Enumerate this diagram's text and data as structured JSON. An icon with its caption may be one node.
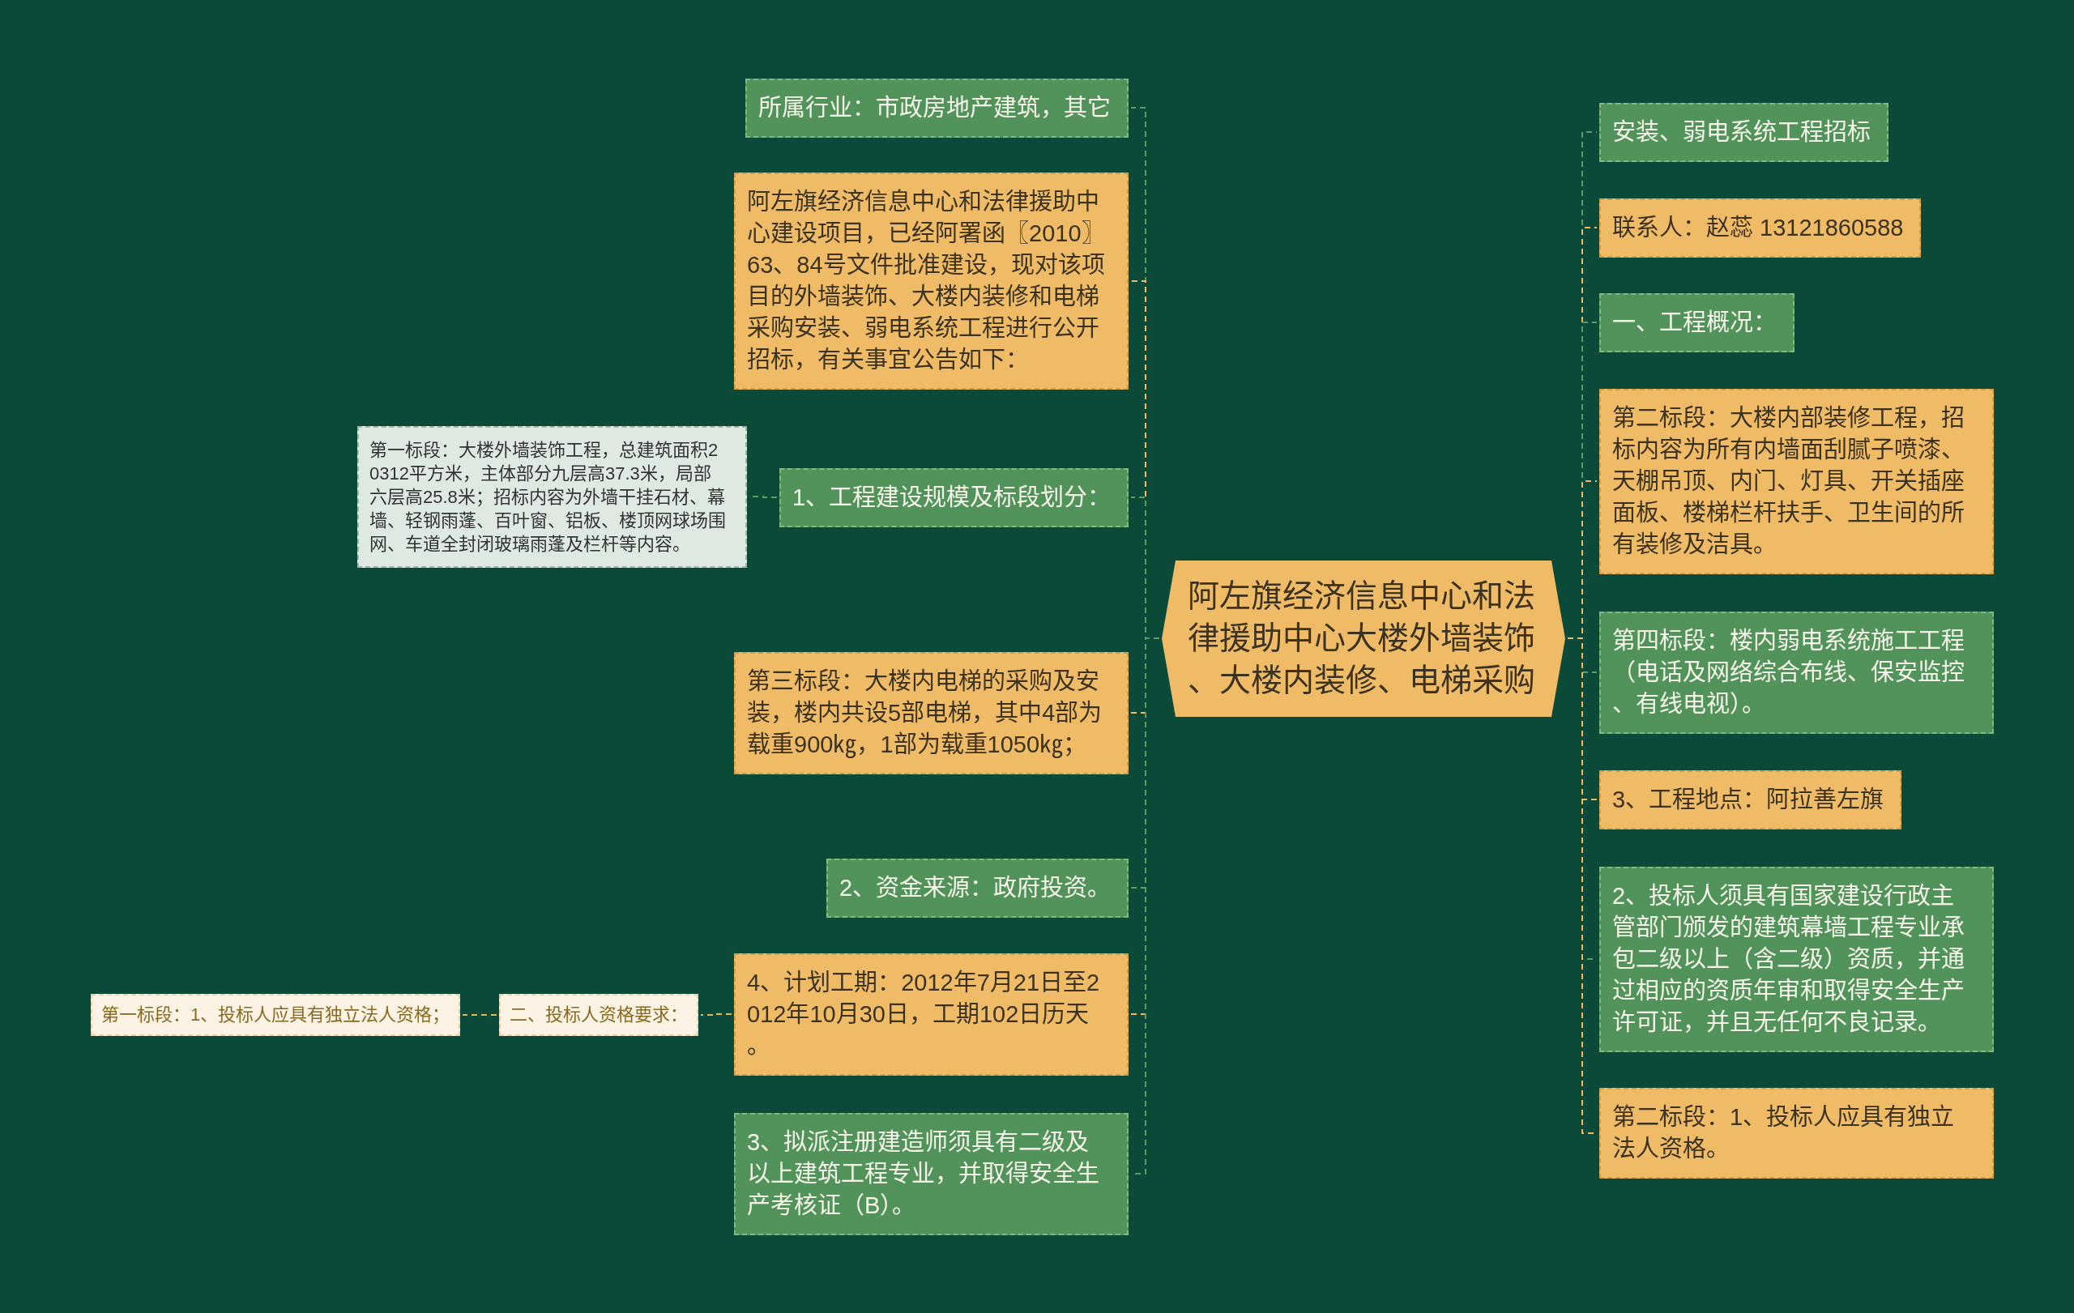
{
  "diagram": {
    "nodes": [
      {
        "text": [
          "阿左旗经济信息中心和法律援助中心大楼外墙装饰、大楼内装修、电梯采购"
        ]
      },
      {
        "text": [
          "所属行业：市政房地产建筑，其它"
        ]
      },
      {
        "text": [
          "阿左旗经济信息中心和法律援助中心建设项目，已经阿署函〖2010〗63、84号文件批准建设，现对该项目的外墙装饰、大楼内装修和电梯采购安装、弱电系统工程进行公开招标，有关事宜公告如下："
        ]
      },
      {
        "text": [
          "1、工程建设规模及标段划分："
        ]
      },
      {
        "text": [
          "第一标段：大楼外墙装饰工程，总建筑面积20312平方米，主体部分九层高37.3米，局部六层高25.8米；招标内容为外墙干挂石材、幕墙、轻钢雨蓬、百叶窗、铝板、楼顶网球场围网、车道全封闭玻璃雨蓬及栏杆等内容。"
        ]
      },
      {
        "text": [
          "第三标段：大楼内电梯的采购及安装，楼内共设5部电梯，其中4部为载重900㎏，1部为载重1050㎏；"
        ]
      },
      {
        "text": [
          "2、资金来源：政府投资。"
        ]
      },
      {
        "text": [
          "4、计划工期：2012年7月21日至2012年10月30日，工期102日历天。"
        ]
      },
      {
        "text": [
          "二、投标人资格要求："
        ]
      },
      {
        "text": [
          "第一标段：1、投标人应具有独立法人资格；"
        ]
      },
      {
        "text": [
          "3、拟派注册建造师须具有二级及以上建筑工程专业，并取得安全生产考核证（B）。"
        ]
      },
      {
        "text": [
          "安装、弱电系统工程招标"
        ]
      },
      {
        "text": [
          "联系人：赵蕊 13121860588"
        ]
      },
      {
        "text": [
          "一、工程概况："
        ]
      },
      {
        "text": [
          "第二标段：大楼内部装修工程，招标内容为所有内墙面刮腻子喷漆、天棚吊顶、内门、灯具、开关插座面板、楼梯栏杆扶手、卫生间的所有装修及洁具。"
        ]
      },
      {
        "text": [
          "第四标段：楼内弱电系统施工工程（电话及网络综合布线、保安监控、有线电视）。"
        ]
      },
      {
        "text": [
          "3、工程地点：阿拉善左旗"
        ]
      },
      {
        "text": [
          "2、投标人须具有国家建设行政主管部门颁发的建筑幕墙工程专业承包二级以上（含二级）资质，并通过相应的资质年审和取得安全生产许可证，并且无任何不良记录。"
        ]
      },
      {
        "text": [
          "第二标段：1、投标人应具有独立法人资格。"
        ]
      }
    ],
    "edges": [
      {
        "from": 0,
        "to": 1,
        "arrow": "none",
        "style": "dashed",
        "color": "#5c9e66"
      },
      {
        "from": 0,
        "to": 2,
        "arrow": "none",
        "style": "dashed",
        "color": "#f0bb66"
      },
      {
        "from": 0,
        "to": 3,
        "arrow": "none",
        "style": "dashed",
        "color": "#5c9e66"
      },
      {
        "from": 3,
        "to": 4,
        "arrow": "none",
        "style": "dashed",
        "color": "#5c9e66"
      },
      {
        "from": 0,
        "to": 5,
        "arrow": "none",
        "style": "dashed",
        "color": "#f0bb66"
      },
      {
        "from": 0,
        "to": 6,
        "arrow": "none",
        "style": "dashed",
        "color": "#5c9e66"
      },
      {
        "from": 0,
        "to": 7,
        "arrow": "none",
        "style": "dashed",
        "color": "#f0bb66"
      },
      {
        "from": 7,
        "to": 8,
        "arrow": "none",
        "style": "dashed",
        "color": "#d9bd5e"
      },
      {
        "from": 8,
        "to": 9,
        "arrow": "none",
        "style": "dashed",
        "color": "#d9bd5e"
      },
      {
        "from": 0,
        "to": 10,
        "arrow": "none",
        "style": "dashed",
        "color": "#5c9e66"
      },
      {
        "from": 0,
        "to": 11,
        "arrow": "none",
        "style": "dashed",
        "color": "#5c9e66"
      },
      {
        "from": 0,
        "to": 12,
        "arrow": "none",
        "style": "dashed",
        "color": "#f0bb66"
      },
      {
        "from": 0,
        "to": 13,
        "arrow": "none",
        "style": "dashed",
        "color": "#5c9e66"
      },
      {
        "from": 0,
        "to": 14,
        "arrow": "none",
        "style": "dashed",
        "color": "#f0bb66"
      },
      {
        "from": 0,
        "to": 15,
        "arrow": "none",
        "style": "dashed",
        "color": "#5c9e66"
      },
      {
        "from": 0,
        "to": 16,
        "arrow": "none",
        "style": "dashed",
        "color": "#f0bb66"
      },
      {
        "from": 0,
        "to": 17,
        "arrow": "none",
        "style": "dashed",
        "color": "#5c9e66"
      },
      {
        "from": 0,
        "to": 18,
        "arrow": "none",
        "style": "dashed",
        "color": "#f0bb66"
      }
    ]
  }
}
